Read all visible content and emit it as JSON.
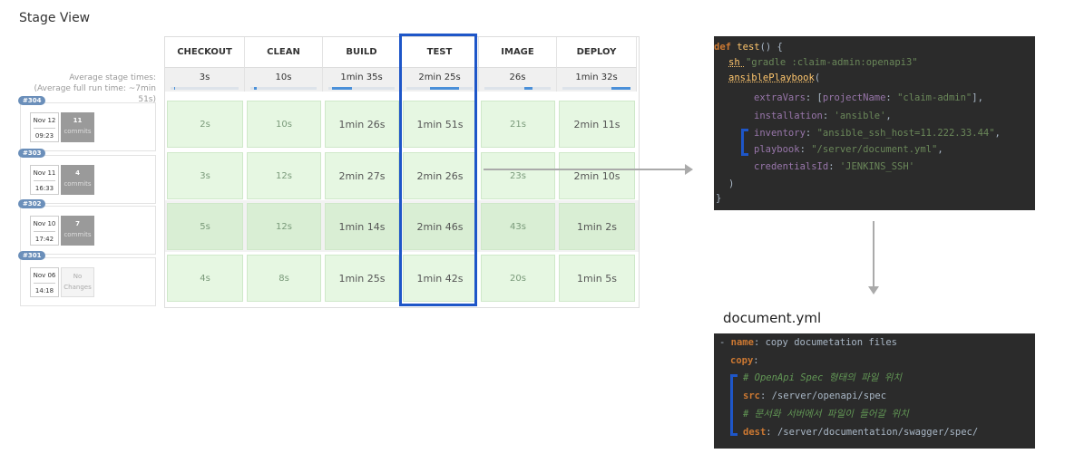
{
  "stage_view": {
    "title": "Stage View",
    "avg_label": "Average stage times:\n(Average full run time: ~7min\n51s)",
    "columns": [
      "CHECKOUT",
      "CLEAN",
      "BUILD",
      "TEST",
      "IMAGE",
      "DEPLOY"
    ],
    "avg_times": [
      "3s",
      "10s",
      "1min 35s",
      "2min 25s",
      "26s",
      "1min 32s"
    ],
    "avg_bar_fraction": [
      0.02,
      0.05,
      0.3,
      0.45,
      0.12,
      0.28
    ],
    "builds": [
      {
        "num": "#304",
        "date": "Nov 12",
        "time": "09:23",
        "commits_count": "11",
        "commits_label": "commits",
        "stages": [
          "2s",
          "10s",
          "1min 26s",
          "1min 51s",
          "21s",
          "2min 11s"
        ]
      },
      {
        "num": "#303",
        "date": "Nov 11",
        "time": "16:33",
        "commits_count": "4",
        "commits_label": "commits",
        "stages": [
          "3s",
          "12s",
          "2min 27s",
          "2min 26s",
          "23s",
          "2min 10s"
        ]
      },
      {
        "num": "#302",
        "date": "Nov 10",
        "time": "17:42",
        "commits_count": "7",
        "commits_label": "commits",
        "stages": [
          "5s",
          "12s",
          "1min 14s",
          "2min 46s",
          "43s",
          "1min 2s"
        ]
      },
      {
        "num": "#301",
        "date": "Nov 06",
        "time": "14:18",
        "commits_count": "No",
        "commits_label": "Changes",
        "stages": [
          "4s",
          "8s",
          "1min 25s",
          "1min 42s",
          "20s",
          "1min 5s"
        ]
      }
    ]
  },
  "code_groovy": {
    "l1_kw": "def ",
    "l1_fn": "test",
    "l1_rest": "() {",
    "l2_fn": "sh ",
    "l2_str": "\"gradle :claim-admin:openapi3\"",
    "l3_fn": "ansiblePlaybook",
    "l3_rest": "(",
    "l4_key": "extraVars",
    "l4_rest": ": [",
    "l4_key2": "projectName",
    "l4_rest2": ": ",
    "l4_str": "\"claim-admin\"",
    "l4_end": "],",
    "l5_key": "installation",
    "l5_rest": ": ",
    "l5_str": "'ansible'",
    "l5_end": ",",
    "l6_key": "inventory",
    "l6_rest": ": ",
    "l6_str": "\"ansible_ssh_host=11.222.33.44\"",
    "l6_end": ",",
    "l7_key": "playbook",
    "l7_rest": ": ",
    "l7_str": "\"/server/document.yml\"",
    "l7_end": ",",
    "l8_key": "credentialsId",
    "l8_rest": ": ",
    "l8_str": "'JENKINS_SSH'",
    "l9": ")",
    "l10": "}"
  },
  "doc_title": "document.yml",
  "code_yaml": {
    "l1_dash": "- ",
    "l1_key": "name",
    "l1_val": ": copy documetation files",
    "l2_key": "copy",
    "l2_colon": ":",
    "l3_cm": "# OpenApi Spec 형태의 파일 위치",
    "l4_key": "src",
    "l4_val": ": /server/openapi/spec",
    "l5_cm": "# 문서화 서버에서 파일이 들어갈 위치",
    "l6_key": "dest",
    "l6_val": ": /server/documentation/swagger/spec/"
  },
  "colors": {
    "highlight": "#1e56c8",
    "success_cell": "#e6f7e2",
    "code_bg": "#2b2b2b"
  }
}
